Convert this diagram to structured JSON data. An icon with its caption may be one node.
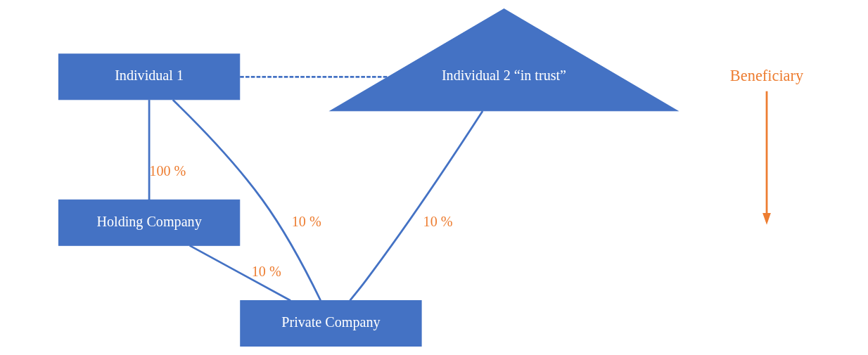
{
  "diagram": {
    "nodes": [
      {
        "text": [
          "Individual 1"
        ]
      },
      {
        "text": [
          "Holding Company"
        ]
      },
      {
        "text": [
          "Private Company"
        ]
      },
      {
        "text": [
          "Individual 2 “in trust”"
        ]
      },
      {
        "text": [
          "Beneficiary"
        ]
      }
    ],
    "edges": [
      {
        "from": 0,
        "to": 2,
        "arrow": "none",
        "label": "10 %"
      },
      {
        "from": 0,
        "to": 1,
        "arrow": "none",
        "label": "100 %"
      },
      {
        "from": 1,
        "to": 2,
        "arrow": "none",
        "label": "10 %"
      },
      {
        "from": 3,
        "to": 2,
        "arrow": "none",
        "label": "10 %"
      },
      {
        "from": 0,
        "to": 3,
        "arrow": "none",
        "style": "dashed"
      },
      {
        "from": 4,
        "to": null,
        "arrow": "to",
        "color": "#ed7d31"
      }
    ]
  }
}
